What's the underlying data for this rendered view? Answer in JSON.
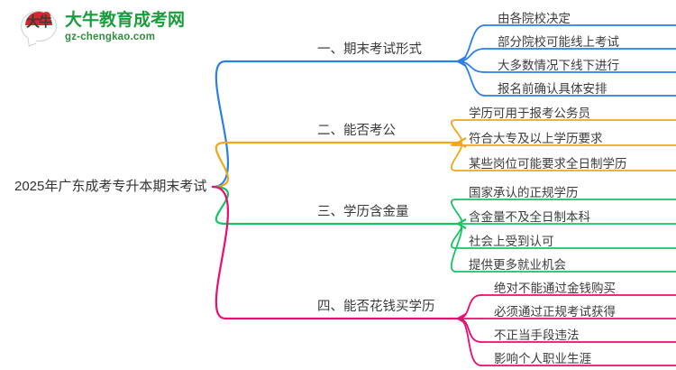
{
  "logo": {
    "mark_text": "大牛",
    "title": "大牛教育成考网",
    "subtitle": "gz-chengkao.com",
    "title_color": "#1a9e3c",
    "mark_color": "#d8262c"
  },
  "mindmap": {
    "root": "2025年广东成考专升本期末考试",
    "branches": [
      {
        "label": "一、期末考试形式",
        "color": "#2a7fe8",
        "children": [
          "由各院校决定",
          "部分院校可能线上考试",
          "大多数情况下线下进行",
          "报名前确认具体安排"
        ]
      },
      {
        "label": "二、能否考公",
        "color": "#f0a818",
        "children": [
          "学历可用于报考公务员",
          "符合大专及以上学历要求",
          "某些岗位可能要求全日制学历"
        ]
      },
      {
        "label": "三、学历含金量",
        "color": "#16c463",
        "children": [
          "国家承认的正规学历",
          "含金量不及全日制本科",
          "社会上受到认可",
          "提供更多就业机会"
        ]
      },
      {
        "label": "四、能否花钱买学历",
        "color": "#ec0c72",
        "children": [
          "绝对不能通过金钱购买",
          "必须通过正规考试获得",
          "不正当手段违法",
          "影响个人职业生涯"
        ]
      }
    ]
  }
}
